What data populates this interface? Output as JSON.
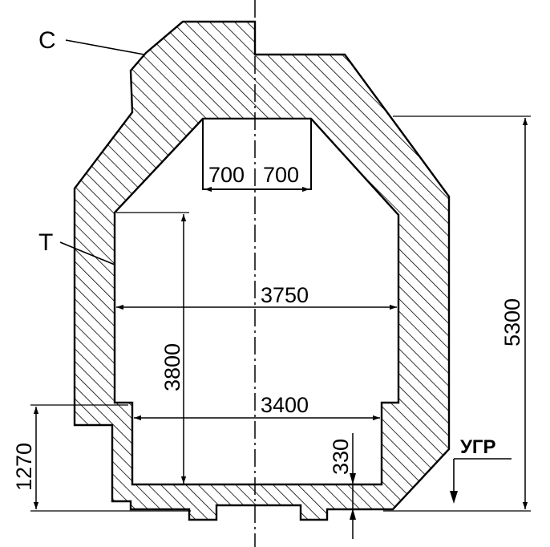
{
  "drawing": {
    "labels": {
      "c": "C",
      "t": "T",
      "ugr": "УГР"
    },
    "dimensions": {
      "top_left": "700",
      "top_right": "700",
      "width_upper": "3750",
      "width_lower": "3400",
      "inner_height": "3800",
      "total_height": "5300",
      "base_height": "1270",
      "floor_depth": "330"
    },
    "colors": {
      "ink": "#000000",
      "paper": "#ffffff"
    }
  }
}
